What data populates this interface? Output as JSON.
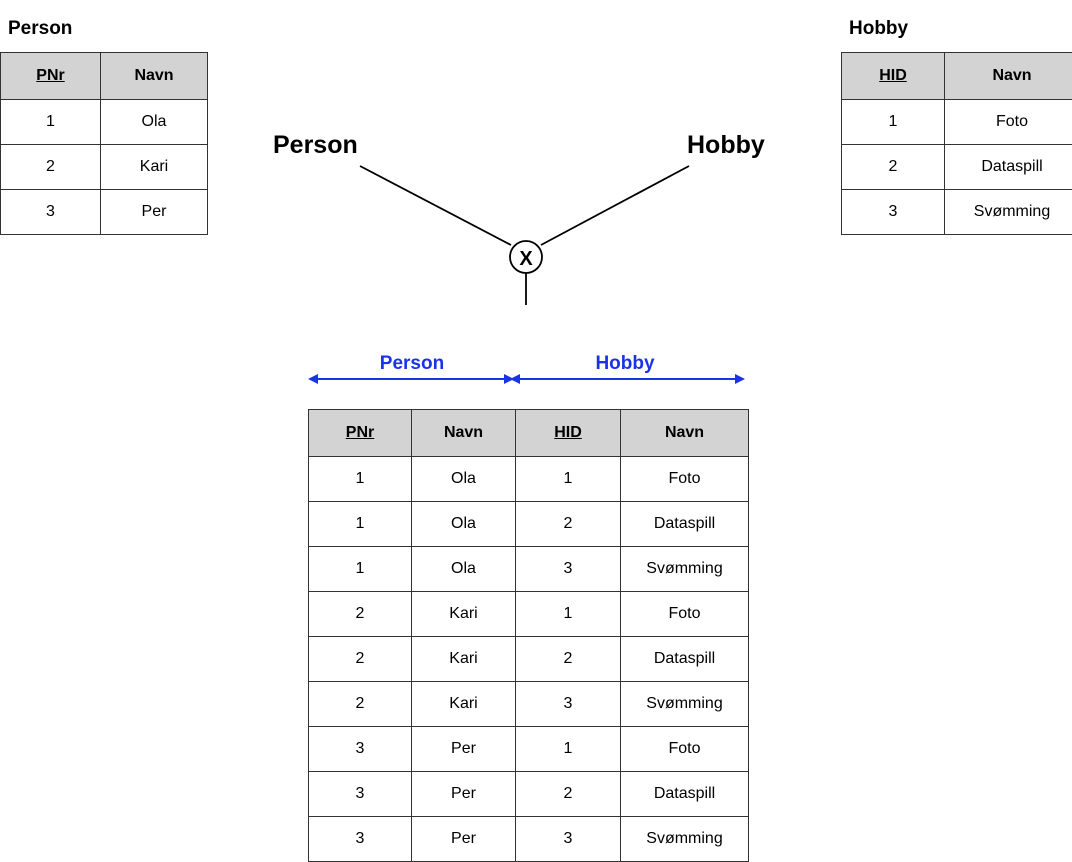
{
  "person_table": {
    "caption": "Person",
    "columns": [
      {
        "label": "PNr",
        "key": true
      },
      {
        "label": "Navn",
        "key": false
      }
    ],
    "rows": [
      [
        "1",
        "Ola"
      ],
      [
        "2",
        "Kari"
      ],
      [
        "3",
        "Per"
      ]
    ]
  },
  "hobby_table": {
    "caption": "Hobby",
    "columns": [
      {
        "label": "HID",
        "key": true
      },
      {
        "label": "Navn",
        "key": false
      }
    ],
    "rows": [
      [
        "1",
        "Foto"
      ],
      [
        "2",
        "Dataspill"
      ],
      [
        "3",
        "Svømming"
      ]
    ]
  },
  "operator": {
    "left_operand": "Person",
    "right_operand": "Hobby",
    "symbol": "X"
  },
  "result": {
    "left_span_label": "Person",
    "right_span_label": "Hobby",
    "span_color": "#1a33e6",
    "columns": [
      {
        "label": "PNr",
        "key": true
      },
      {
        "label": "Navn",
        "key": false
      },
      {
        "label": "HID",
        "key": true
      },
      {
        "label": "Navn",
        "key": false
      }
    ],
    "rows": [
      [
        "1",
        "Ola",
        "1",
        "Foto"
      ],
      [
        "1",
        "Ola",
        "2",
        "Dataspill"
      ],
      [
        "1",
        "Ola",
        "3",
        "Svømming"
      ],
      [
        "2",
        "Kari",
        "1",
        "Foto"
      ],
      [
        "2",
        "Kari",
        "2",
        "Dataspill"
      ],
      [
        "2",
        "Kari",
        "3",
        "Svømming"
      ],
      [
        "3",
        "Per",
        "1",
        "Foto"
      ],
      [
        "3",
        "Per",
        "2",
        "Dataspill"
      ],
      [
        "3",
        "Per",
        "3",
        "Svømming"
      ]
    ]
  }
}
